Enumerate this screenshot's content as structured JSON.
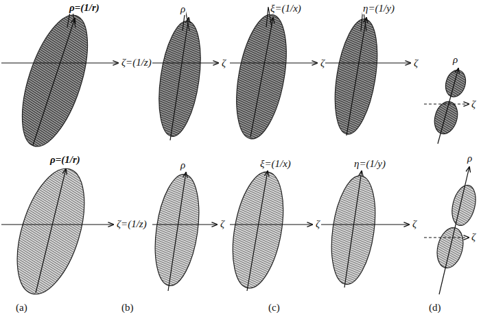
{
  "diagram": {
    "labels": [
      "ρ=(1/r)",
      "ρ",
      "ξ=(1/x)",
      "η=(1/y)",
      "ρ",
      "ζ=(1/z)",
      "ζ",
      "ζ",
      "ζ",
      "ζ",
      "ρ=(1/r)",
      "ρ",
      "ξ=(1/x)",
      "η=(1/y)",
      "ρ",
      "ζ=(1/z)",
      "ζ",
      "ζ",
      "ζ",
      "ζ",
      "(a)",
      "(b)",
      "(c)",
      "(d)"
    ]
  }
}
